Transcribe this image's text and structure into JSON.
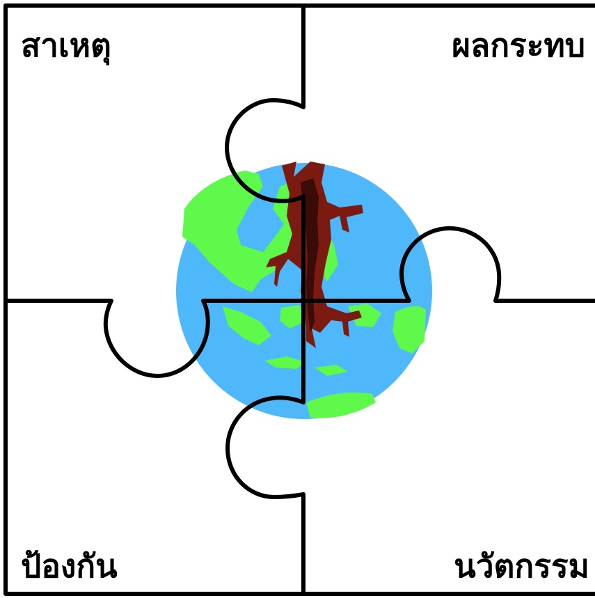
{
  "diagram": {
    "quadrants": {
      "top_left": "สาเหตุ",
      "top_right": "ผลกระทบ",
      "bottom_left": "ป้องกัน",
      "bottom_right": "นวัตกรรม"
    },
    "center_image": "cracked-earth-globe",
    "colors": {
      "ocean": "#4fb8fb",
      "land": "#5ef94a",
      "crack": "#7a1a10",
      "crack_dark": "#3b0b07",
      "outline": "#000000",
      "background": "#ffffff"
    }
  }
}
